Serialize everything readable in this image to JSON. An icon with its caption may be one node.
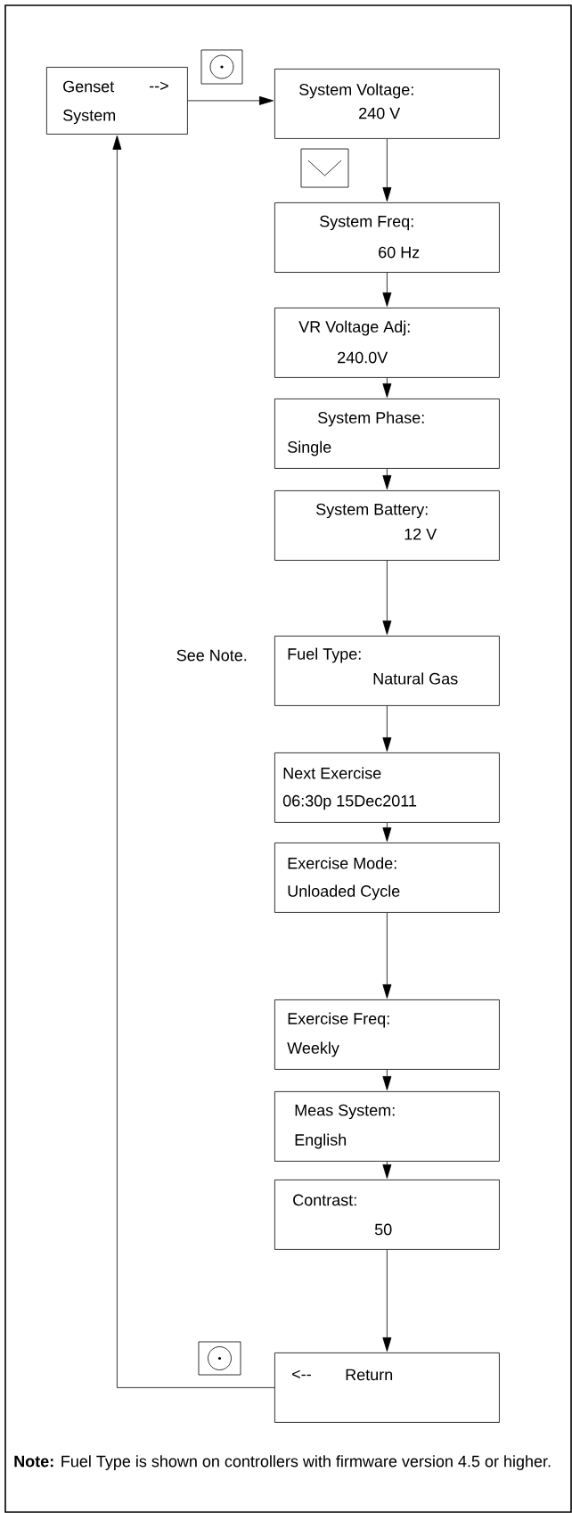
{
  "diagram": {
    "nodes": [
      {
        "text": [
          "Genset",
          "-->",
          "System"
        ]
      },
      {
        "text": [
          "System Voltage:",
          "240 V"
        ]
      },
      {
        "text": [
          "System Freq:",
          "60 Hz"
        ]
      },
      {
        "text": [
          "VR Voltage Adj:",
          "240.0V"
        ]
      },
      {
        "text": [
          "System Phase:",
          "Single"
        ]
      },
      {
        "text": [
          "System Battery:",
          "12 V"
        ]
      },
      {
        "text": [
          "Fuel Type:",
          "Natural Gas"
        ],
        "beside": [
          "See Note."
        ]
      },
      {
        "text": [
          "Next Exercise",
          "06:30p 15Dec2011"
        ]
      },
      {
        "text": [
          "Exercise Mode:",
          "Unloaded Cycle"
        ]
      },
      {
        "text": [
          "Exercise Freq:",
          "Weekly"
        ]
      },
      {
        "text": [
          "Meas System:",
          "English"
        ]
      },
      {
        "text": [
          "Contrast:",
          "50"
        ]
      },
      {
        "text": [
          "<--",
          "Return"
        ]
      }
    ],
    "edges": [
      {
        "from": 0,
        "to": 1,
        "arrow": "to"
      },
      {
        "from": 1,
        "to": 2,
        "arrow": "to"
      },
      {
        "from": 2,
        "to": 3,
        "arrow": "to"
      },
      {
        "from": 3,
        "to": 4,
        "arrow": "to"
      },
      {
        "from": 4,
        "to": 5,
        "arrow": "to"
      },
      {
        "from": 5,
        "to": 6,
        "arrow": "to"
      },
      {
        "from": 6,
        "to": 7,
        "arrow": "to"
      },
      {
        "from": 7,
        "to": 8,
        "arrow": "to"
      },
      {
        "from": 8,
        "to": 9,
        "arrow": "to"
      },
      {
        "from": 9,
        "to": 10,
        "arrow": "to"
      },
      {
        "from": 10,
        "to": 11,
        "arrow": "to"
      },
      {
        "from": 11,
        "to": 12,
        "arrow": "to"
      },
      {
        "from": 12,
        "to": 0,
        "arrow": "to"
      }
    ],
    "labels": [
      "**Note:** Fuel Type is shown on controllers with firmware version 4.5 or higher."
    ]
  }
}
